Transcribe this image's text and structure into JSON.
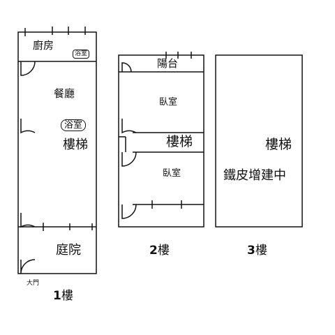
{
  "floor1": {
    "kitchen": "廚房",
    "bathroom_top": "浴室",
    "dining": "餐廳",
    "bathroom_mid": "浴室",
    "stairs": "樓梯",
    "courtyard": "庭院",
    "main_door": "大門",
    "floor_number": "1",
    "floor_unit": "樓"
  },
  "floor2": {
    "balcony": "陽台",
    "bedroom_front": "臥室",
    "stairs": "樓梯",
    "bedroom_back": "臥室",
    "floor_number": "2",
    "floor_unit": "樓"
  },
  "floor3": {
    "stairs": "樓梯",
    "note": "鐵皮增建中",
    "floor_number": "3",
    "floor_unit": "樓"
  }
}
